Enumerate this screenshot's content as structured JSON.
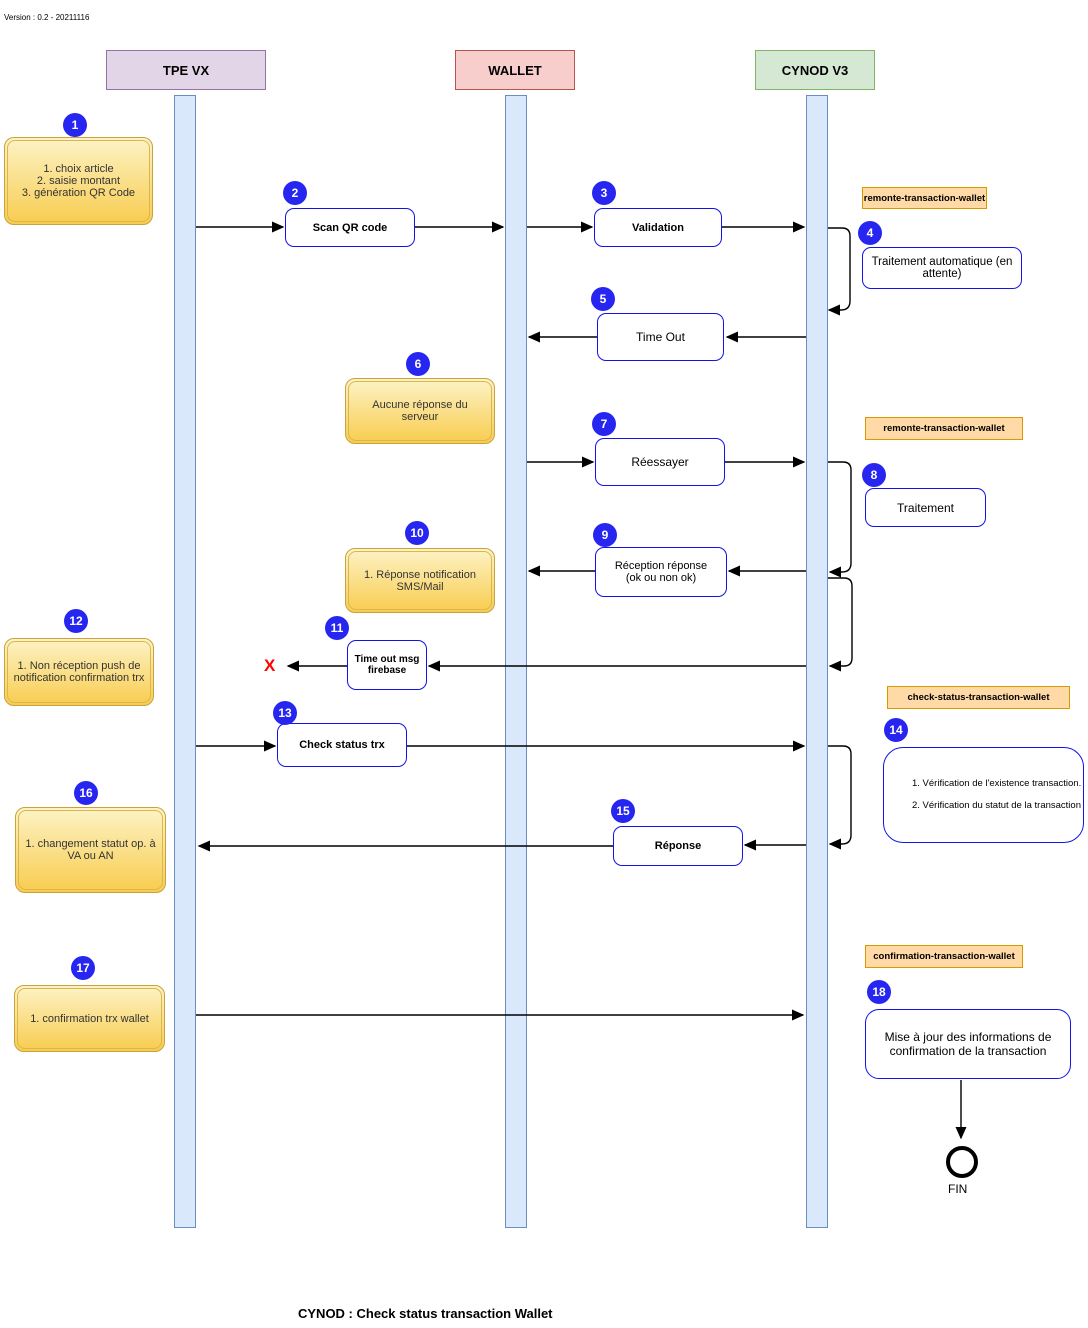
{
  "version_label": "Version : 0.2 - 20211116",
  "caption": "CYNOD : Check status transaction Wallet",
  "actors": [
    {
      "label": "TPE VX"
    },
    {
      "label": "WALLET"
    },
    {
      "label": "CYNOD V3"
    }
  ],
  "badges": [
    "1",
    "2",
    "3",
    "4",
    "5",
    "6",
    "7",
    "8",
    "9",
    "10",
    "11",
    "12",
    "13",
    "14",
    "15",
    "16",
    "17",
    "18"
  ],
  "notes": [
    {
      "text": "1. choix article\n2. saisie montant\n3. génération QR Code"
    },
    {
      "text": "Aucune réponse du\nserveur"
    },
    {
      "text": "1. Réponse notification\nSMS/Mail"
    },
    {
      "text": "1. Non réception push de\nnotification confirmation trx"
    },
    {
      "text": "1. changement statut op. à\nVA ou AN"
    },
    {
      "text": "1. confirmation trx wallet"
    }
  ],
  "actions": [
    {
      "label": "Scan QR code"
    },
    {
      "label": "Validation"
    },
    {
      "label": "Traitement automatique (en\nattente)"
    },
    {
      "label": "Time Out"
    },
    {
      "label": "Réessayer"
    },
    {
      "label": "Traitement"
    },
    {
      "label": "Réception réponse\n(ok ou non ok)"
    },
    {
      "label": "Time out msg\nfirebase"
    },
    {
      "label": "Check status trx"
    },
    {
      "label": "1. Vérification de l'existence transaction.\n2. Vérification du statut de la transaction"
    },
    {
      "label": "Réponse"
    },
    {
      "label": "Mise à jour des informations de\nconfirmation de la transaction"
    }
  ],
  "queue_labels": [
    "remonte-transaction-wallet",
    "remonte-transaction-wallet",
    "check-status-transaction-wallet",
    "confirmation-transaction-wallet"
  ],
  "failure_mark": "X",
  "end_label": "FIN",
  "colors": {
    "actor_tpe_fill": "#e1d5e7",
    "actor_tpe_border": "#9673a6",
    "actor_wallet_fill": "#f8cecc",
    "actor_wallet_border": "#b85450",
    "actor_cynod_fill": "#d5e8d4",
    "actor_cynod_border": "#82b366",
    "lifeline_fill": "#dae8fc",
    "lifeline_border": "#6c8ebf",
    "note_fill_top": "#fdf3c6",
    "note_fill_bottom": "#f8cc4e",
    "note_border": "#c9a23b",
    "action_border": "#1313e6",
    "badge_fill": "#2626f0",
    "queue_fill": "#ffd9a6",
    "queue_border": "#d79b00",
    "failure_color": "#ff0000"
  }
}
